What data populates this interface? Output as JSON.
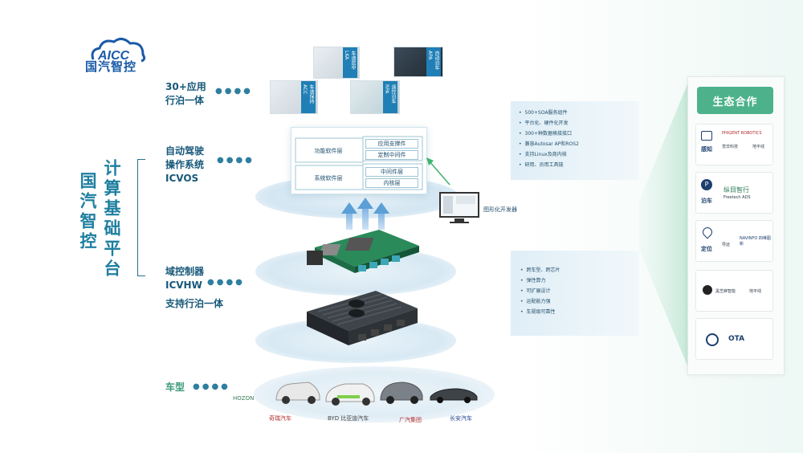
{
  "logo": {
    "text": "国汽智控",
    "mark": "AICC"
  },
  "platform_title": {
    "col1": "国汽智控",
    "col2": "计算基础平台"
  },
  "labels": {
    "apps": [
      "30+应用",
      "行泊一体"
    ],
    "os": [
      "自动驾驶",
      "操作系统",
      "ICVOS"
    ],
    "hw": [
      "域控制器",
      "ICVHW",
      "支持行泊一体"
    ],
    "vehicles": "车型"
  },
  "app_cards": [
    {
      "tag": "车道居中 LKA"
    },
    {
      "tag": "自动泊车 APA"
    },
    {
      "tag": "车道保持 ACC"
    },
    {
      "tag": "遥控泊车 RPA"
    }
  ],
  "software": {
    "func_layer": "功能软件层",
    "sys_layer": "系统软件层",
    "app_dev": "应用支撑件",
    "custom_mw": "定制中间件",
    "middleware": "中间件层",
    "kernel": "内核层"
  },
  "dev_tool": "图形化开发器",
  "os_features": [
    "500+SOA服务组件",
    "平台化、硬件化开发",
    "300+种数据格接接口",
    "兼容Autosar AP和ROS2",
    "支持Linux及商内核",
    "研用、员用工具链"
  ],
  "hw_features": [
    "跨车型、跨芯片",
    "弹性算力",
    "可扩展设计",
    "运配能力强",
    "车规级可靠性"
  ],
  "ecosystem": {
    "title": "生态合作",
    "rows": [
      {
        "category": "感知",
        "partners": [
          "PHIGENT ROBOTICS",
          "觉非科技",
          "地平线"
        ]
      },
      {
        "category": "泊车",
        "partners": [
          "纵目智行",
          "Freetech ADS"
        ]
      },
      {
        "category": "定位",
        "partners": [
          "导远",
          "NAVINFO 四维图新"
        ]
      },
      {
        "category": "",
        "partners": [
          "黑芝麻智能",
          "地平线"
        ]
      },
      {
        "category": "OTA",
        "partners": [
          "OTA"
        ]
      }
    ]
  },
  "brands": [
    "HOZON",
    "奇瑞汽车",
    "BYD 比亚迪汽车",
    "广汽集团",
    "长安汽车"
  ]
}
